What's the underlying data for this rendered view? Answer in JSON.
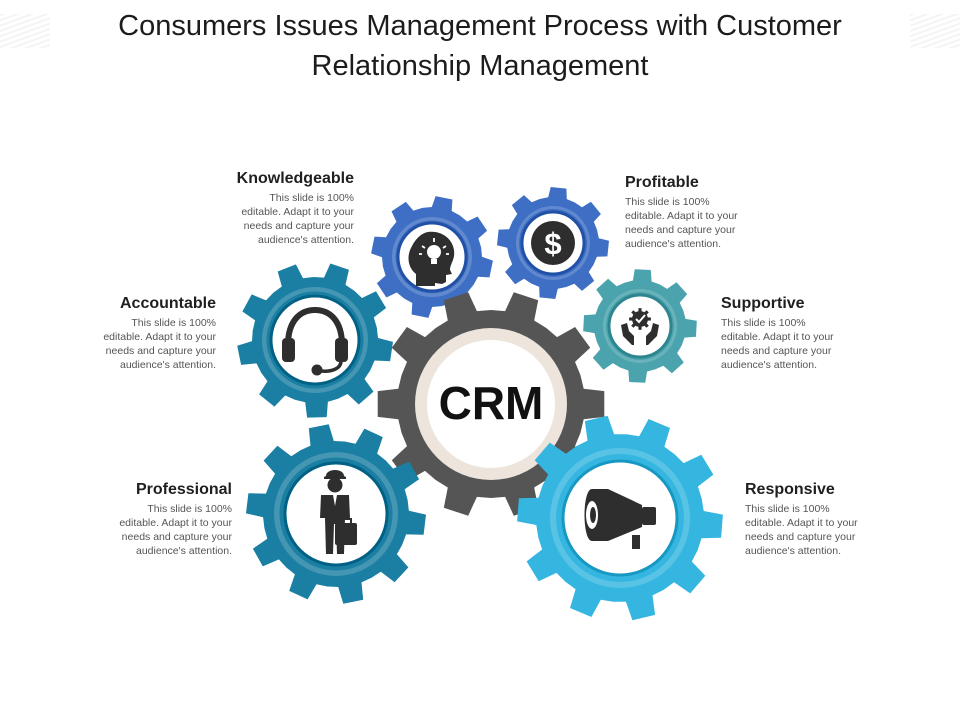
{
  "title_lines": [
    "Consumers Issues Management Process with Customer",
    "Relationship Management"
  ],
  "center_label": "CRM",
  "colors": {
    "center_gear": "#555555",
    "center_ring": "#ede4dc",
    "blue_gear": "#3f6fc4",
    "teal_gear": "#4aa3ad",
    "darkteal_gear": "#1b7fa3",
    "skyblue_gear": "#35b6e0",
    "icon": "#333333"
  },
  "features": [
    {
      "label": "Knowledgeable",
      "desc_lines": [
        "This slide is 100%",
        "editable. Adapt it to your",
        "needs and capture your",
        "audience's attention."
      ],
      "icon": "head-lightbulb-icon"
    },
    {
      "label": "Profitable",
      "desc_lines": [
        "This slide is 100%",
        "editable. Adapt it to your",
        "needs and capture your",
        "audience's attention."
      ],
      "icon": "dollar-icon"
    },
    {
      "label": "Accountable",
      "desc_lines": [
        "This slide is 100%",
        "editable. Adapt it to your",
        "needs and capture your",
        "audience's attention."
      ],
      "icon": "headset-icon"
    },
    {
      "label": "Supportive",
      "desc_lines": [
        "This slide is 100%",
        "editable. Adapt it to your",
        "needs and capture your",
        "audience's attention."
      ],
      "icon": "hands-gear-icon"
    },
    {
      "label": "Professional",
      "desc_lines": [
        "This slide is 100%",
        "editable. Adapt it to your",
        "needs and capture your",
        "audience's attention."
      ],
      "icon": "businessman-icon"
    },
    {
      "label": "Responsive",
      "desc_lines": [
        "This slide is 100%",
        "editable. Adapt it to your",
        "needs and capture your",
        "audience's attention."
      ],
      "icon": "megaphone-icon"
    }
  ]
}
